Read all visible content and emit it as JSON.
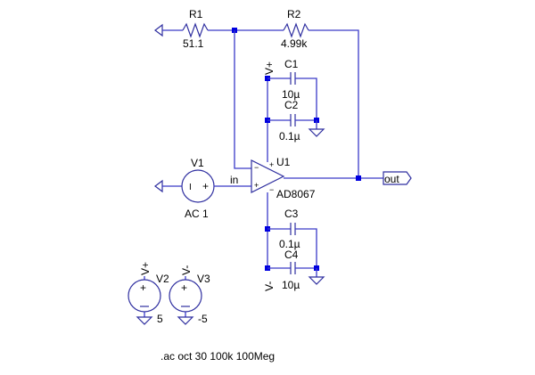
{
  "schematic": {
    "colors": {
      "wire": "#3a3ac8",
      "component": "#2f2fa0",
      "junction": "#0000e0",
      "text": "#000000"
    },
    "components": {
      "R1": {
        "name": "R1",
        "value": "51.1"
      },
      "R2": {
        "name": "R2",
        "value": "4.99k"
      },
      "C1": {
        "name": "C1",
        "value": "10µ"
      },
      "C2": {
        "name": "C2",
        "value": "0.1µ"
      },
      "C3": {
        "name": "C3",
        "value": "0.1µ"
      },
      "C4": {
        "name": "C4",
        "value": "10µ"
      },
      "U1": {
        "name": "U1",
        "value": "AD8067"
      },
      "V1": {
        "name": "V1",
        "value": "AC 1"
      },
      "V2": {
        "name": "V2",
        "value": "5"
      },
      "V3": {
        "name": "V3",
        "value": "-5"
      }
    },
    "net_labels": {
      "vplus_top": "V+",
      "vminus_bottom": "V-",
      "v2_net": "V+",
      "v3_net": "V-",
      "in": "in",
      "out": "out"
    },
    "pin_marks": {
      "plus": "+",
      "minus": "−",
      "v1_neg": "I",
      "v1_pos": "+"
    },
    "directive": ".ac oct 30 100k 100Meg"
  }
}
